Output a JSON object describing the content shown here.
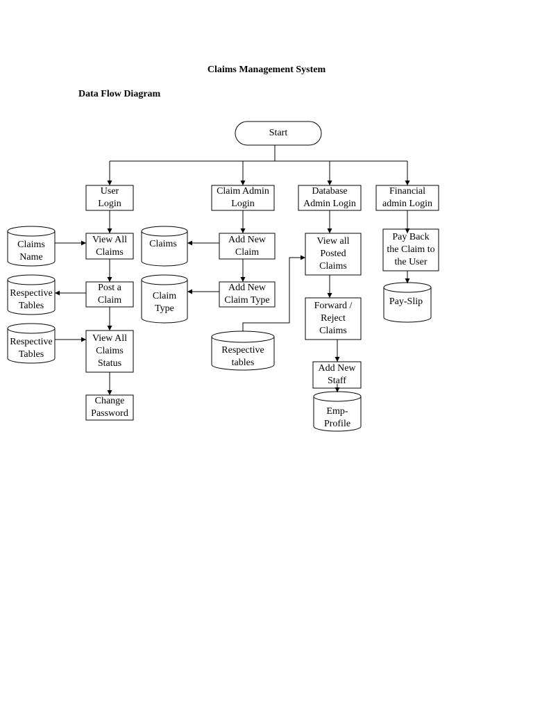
{
  "title": "Claims Management System",
  "subtitle": "Data Flow Diagram",
  "nodes": {
    "start": "Start",
    "user_login": "User\nLogin",
    "claim_admin_login": "Claim Admin\nLogin",
    "database_admin_login": "Database\nAdmin Login",
    "financial_admin_login": "Financial\nadmin Login",
    "view_all_claims": "View All\nClaims",
    "post_a_claim": "Post a\nClaim",
    "view_all_claims_status": "View All\nClaims\nStatus",
    "change_password": "Change\nPassword",
    "add_new_claim": "Add New\nClaim",
    "add_new_claim_type": "Add New\nClaim Type",
    "view_all_posted_claims": "View all\nPosted\nClaims",
    "forward_reject_claims": "Forward /\nReject\nClaims",
    "add_new_staff": "Add New\nStaff",
    "pay_back_claim": "Pay Back\nthe Claim to\nthe User"
  },
  "stores": {
    "claims_name": "Claims\nName",
    "respective_tables_1": "Respective\nTables",
    "respective_tables_2": "Respective\nTables",
    "claims": "Claims",
    "claim_type": "Claim\nType",
    "respective_tables_3": "Respective\ntables",
    "emp_profile": "Emp-\nProfile",
    "pay_slip": "Pay-Slip"
  }
}
